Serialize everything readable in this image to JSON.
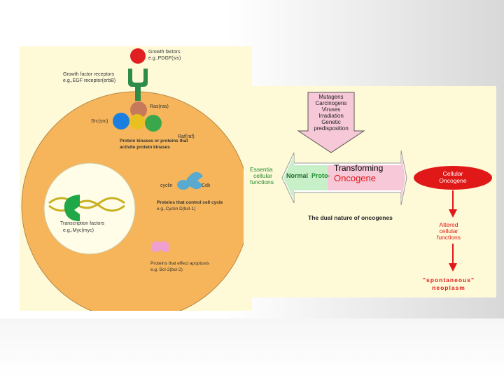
{
  "left_diagram": {
    "growth_factors": "Growth factors",
    "growth_factors_example": "e.g.,PDGF(sis)",
    "gf_receptors": "Growth factor receptors",
    "gf_receptors_example": "e.g.,EGF receptor(erbB)",
    "ras": "Ras(ras)",
    "src": "Src(src)",
    "raf": "Raf(raf)",
    "protein_kinases_line1": "Protein kinases or proteins that",
    "protein_kinases_line2": "activite protein kinases",
    "cyclin": "cyclin",
    "cdk": "Cdk",
    "cell_cycle_line1": "Proteins that control cell cycle",
    "cell_cycle_line2": "e.g.,Cyclin D(bcl-1)",
    "transcription_line1": "Transcription factors",
    "transcription_line2": "e.g.,Myc(myc)",
    "apoptosis_line1": "Proteins that effect apoptosis",
    "apoptosis_line2": "e.g. Bcl-2(bcl-2)"
  },
  "right_diagram": {
    "factors": [
      "Mutagens",
      "Carcinogens",
      "Viruses",
      "Irradiation",
      "Genetic",
      "predisposition"
    ],
    "essential": [
      "Essentia",
      "cellular",
      "functions"
    ],
    "normal": "Normal",
    "proto": "Proto-",
    "transforming": "Transforming",
    "oncogene": "Oncogene",
    "cellular_oncogene": [
      "Cellular",
      "Oncogene"
    ],
    "dual_nature": "The dual nature of oncogenes",
    "altered": [
      "Altered",
      "cellular",
      "functions"
    ],
    "spontaneous": "\"spontaneous\"",
    "neoplasm": "neoplasm"
  },
  "colors": {
    "panel": "#fefad8",
    "cell": "#f6b55a",
    "nucleus": "#fffde8",
    "receptor": "#2e8c4a",
    "growth_factor": "#e02020",
    "ras": "#c67a5a",
    "src": "#1a7fe0",
    "raf": "#3aa84a",
    "kinase_center": "#e8c020",
    "cyclin_cdk": "#5aaad0",
    "transcription": "#20a848",
    "apoptosis": "#f0a0d0",
    "factor_box": "#f6c8d8",
    "essential_text": "#1e8a2c",
    "red": "#e01818"
  }
}
